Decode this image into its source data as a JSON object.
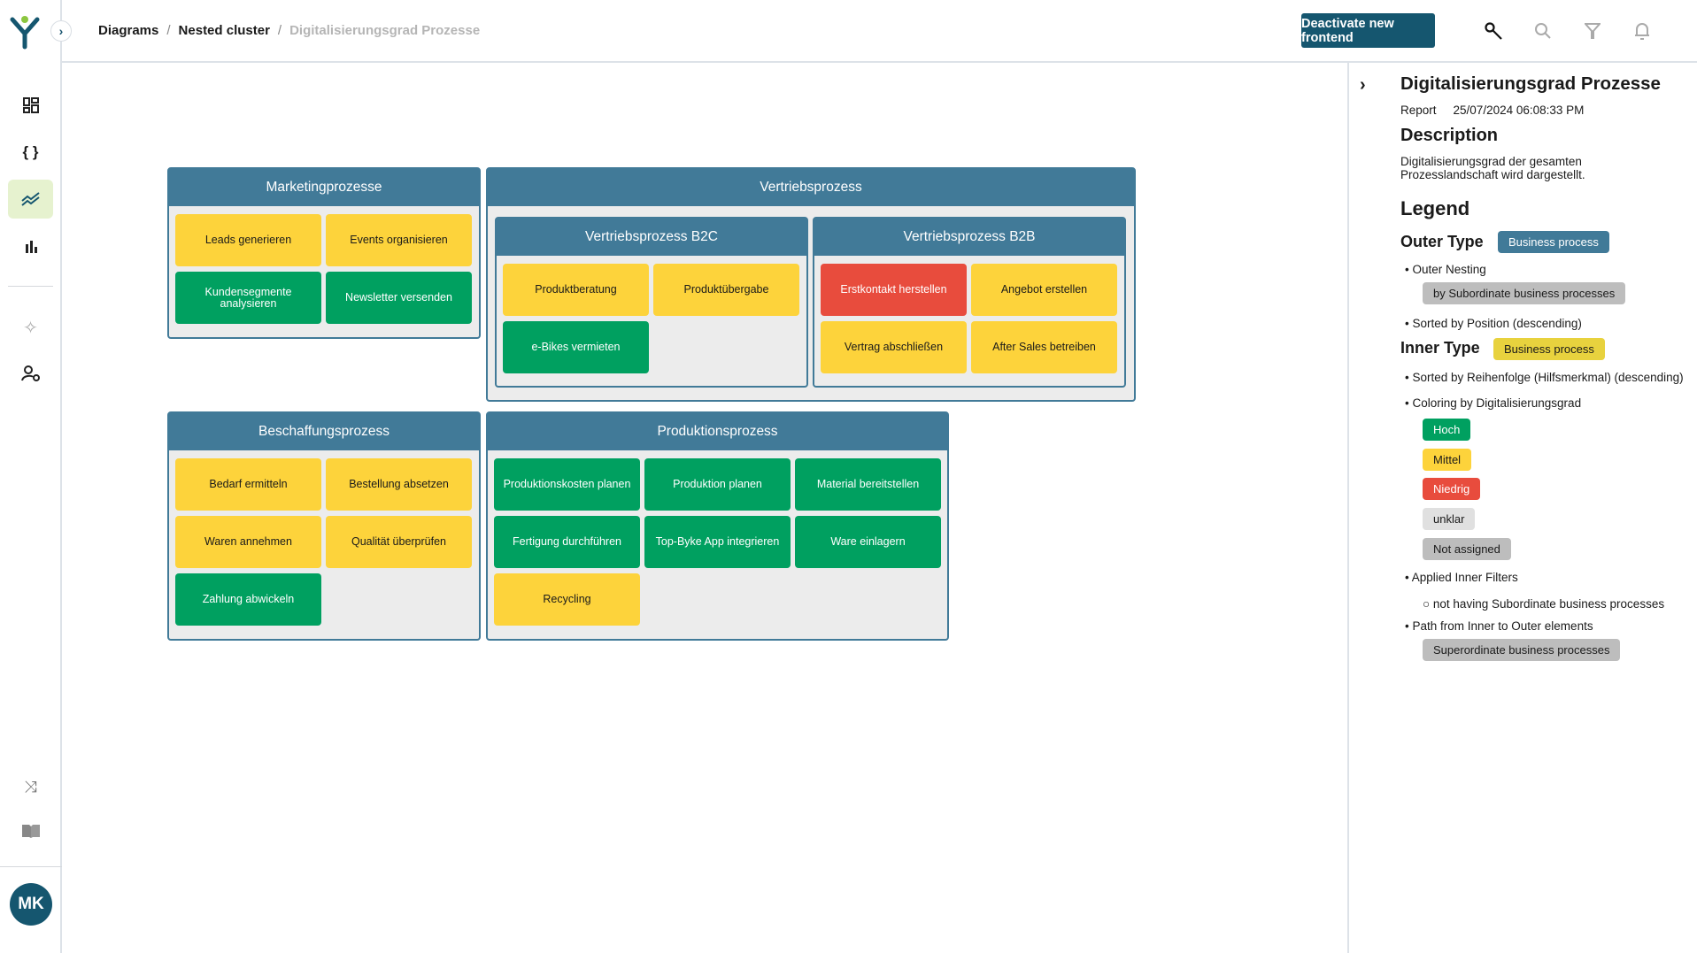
{
  "breadcrumb": [
    "Diagrams",
    "Nested cluster",
    "Digitalisierungsgrad Prozesse"
  ],
  "breadcrumb_separator": "/",
  "header": {
    "deactivate_label": "Deactivate new frontend",
    "icons": [
      "wrench-icon",
      "search-icon",
      "filter-icon",
      "bell-icon"
    ]
  },
  "sidebar": {
    "items": [
      "dashboard-icon",
      "code-braces-icon",
      "diagram-icon",
      "bar-chart-icon",
      "plugin-icon",
      "user-settings-icon",
      "merge-icon",
      "book-icon"
    ],
    "active": "diagram-icon",
    "avatar": "MK"
  },
  "colors": {
    "brand": "#15566f",
    "container": "#417a98",
    "hoch": "#00a060",
    "mittel": "#fdd33b",
    "niedrig": "#e84c3d",
    "unklar": "#e0e0e0",
    "not_assigned": "#bdbdbd",
    "inner_type": "#e8d23e"
  },
  "diagram": {
    "containers": [
      {
        "title": "Marketingprozesse",
        "cards": [
          {
            "label": "Leads generieren",
            "level": "mittel"
          },
          {
            "label": "Events organisieren",
            "level": "mittel"
          },
          {
            "label": "Kundensegmente analysieren",
            "level": "hoch"
          },
          {
            "label": "Newsletter versenden",
            "level": "hoch"
          }
        ]
      },
      {
        "title": "Vertriebsprozess",
        "children": [
          {
            "title": "Vertriebsprozess B2C",
            "cards": [
              {
                "label": "Produktberatung",
                "level": "mittel"
              },
              {
                "label": "Produktübergabe",
                "level": "mittel"
              },
              {
                "label": "e-Bikes vermieten",
                "level": "hoch"
              }
            ]
          },
          {
            "title": "Vertriebsprozess B2B",
            "cards": [
              {
                "label": "Erstkontakt herstellen",
                "level": "niedrig"
              },
              {
                "label": "Angebot erstellen",
                "level": "mittel"
              },
              {
                "label": "Vertrag abschließen",
                "level": "mittel"
              },
              {
                "label": "After Sales betreiben",
                "level": "mittel"
              }
            ]
          }
        ]
      },
      {
        "title": "Beschaffungsprozess",
        "cards": [
          {
            "label": "Bedarf ermitteln",
            "level": "mittel"
          },
          {
            "label": "Bestellung absetzen",
            "level": "mittel"
          },
          {
            "label": "Waren annehmen",
            "level": "mittel"
          },
          {
            "label": "Qualität überprüfen",
            "level": "mittel"
          },
          {
            "label": "Zahlung abwickeln",
            "level": "hoch"
          }
        ]
      },
      {
        "title": "Produktionsprozess",
        "cards": [
          {
            "label": "Produktionskosten planen",
            "level": "hoch"
          },
          {
            "label": "Produktion planen",
            "level": "hoch"
          },
          {
            "label": "Material bereitstellen",
            "level": "hoch"
          },
          {
            "label": "Fertigung durchführen",
            "level": "hoch"
          },
          {
            "label": "Top-Byke App integrieren",
            "level": "hoch"
          },
          {
            "label": "Ware einlagern",
            "level": "hoch"
          },
          {
            "label": "Recycling",
            "level": "mittel"
          }
        ]
      }
    ]
  },
  "panel": {
    "title": "Digitalisierungsgrad Prozesse",
    "type": "Report",
    "timestamp": "25/07/2024 06:08:33 PM",
    "description_heading": "Description",
    "description": "Digitalisierungsgrad der gesamten Prozesslandschaft wird dargestellt.",
    "legend_heading": "Legend",
    "outer_type_label": "Outer Type",
    "outer_type_value": "Business process",
    "outer_nesting": "• Outer Nesting",
    "outer_nesting_value": "by Subordinate business processes",
    "outer_sort": "• Sorted by Position (descending)",
    "inner_type_label": "Inner Type",
    "inner_type_value": "Business process",
    "inner_sort": "• Sorted by Reihenfolge (Hilfsmerkmal) (descending)",
    "coloring": "• Coloring by Digitalisierungsgrad",
    "levels": {
      "hoch": "Hoch",
      "mittel": "Mittel",
      "niedrig": "Niedrig",
      "unklar": "unklar",
      "not_assigned": "Not assigned"
    },
    "filters": "• Applied Inner Filters",
    "filter_item": "○ not having Subordinate business processes",
    "path": "• Path from Inner to Outer elements",
    "path_value": "Superordinate business processes"
  }
}
